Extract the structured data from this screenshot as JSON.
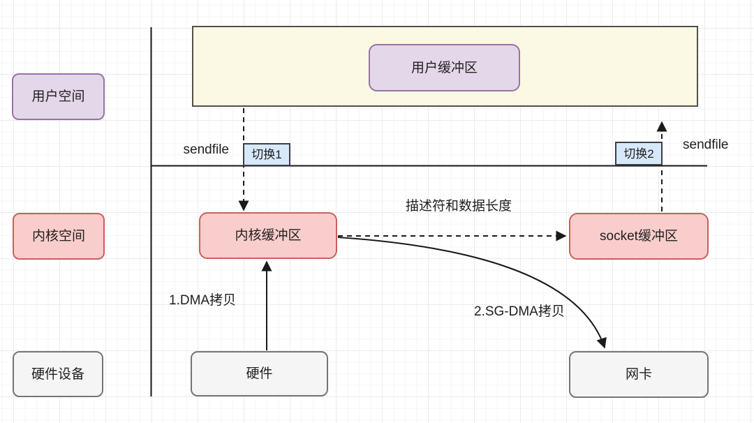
{
  "colors": {
    "purple_fill": "#E4D7EA",
    "purple_border": "#9673A6",
    "red_fill": "#F9CDCB",
    "red_border": "#C9605B",
    "blue_fill": "#D7E8FA",
    "blue_border": "#3A3F45",
    "gray_fill": "#F5F5F5",
    "gray_border": "#757575",
    "cream_fill": "#FBF8E3",
    "cream_border": "#52504B",
    "line": "#1A1A1A",
    "text": "#202020"
  },
  "lanes": {
    "user": "用户空间",
    "kernel": "内核空间",
    "hardware": "硬件设备"
  },
  "nodes": {
    "user_buffer": "用户缓冲区",
    "kernel_buffer": "内核缓冲区",
    "socket_buffer": "socket缓冲区",
    "hardware": "硬件",
    "nic": "网卡",
    "switch1": "切换1",
    "switch2": "切换2"
  },
  "edge_labels": {
    "sendfile_enter": "sendfile",
    "sendfile_return": "sendfile",
    "descriptor_and_length": "描述符和数据长度",
    "dma_copy": "1.DMA拷贝",
    "sg_dma_copy": "2.SG-DMA拷贝"
  }
}
